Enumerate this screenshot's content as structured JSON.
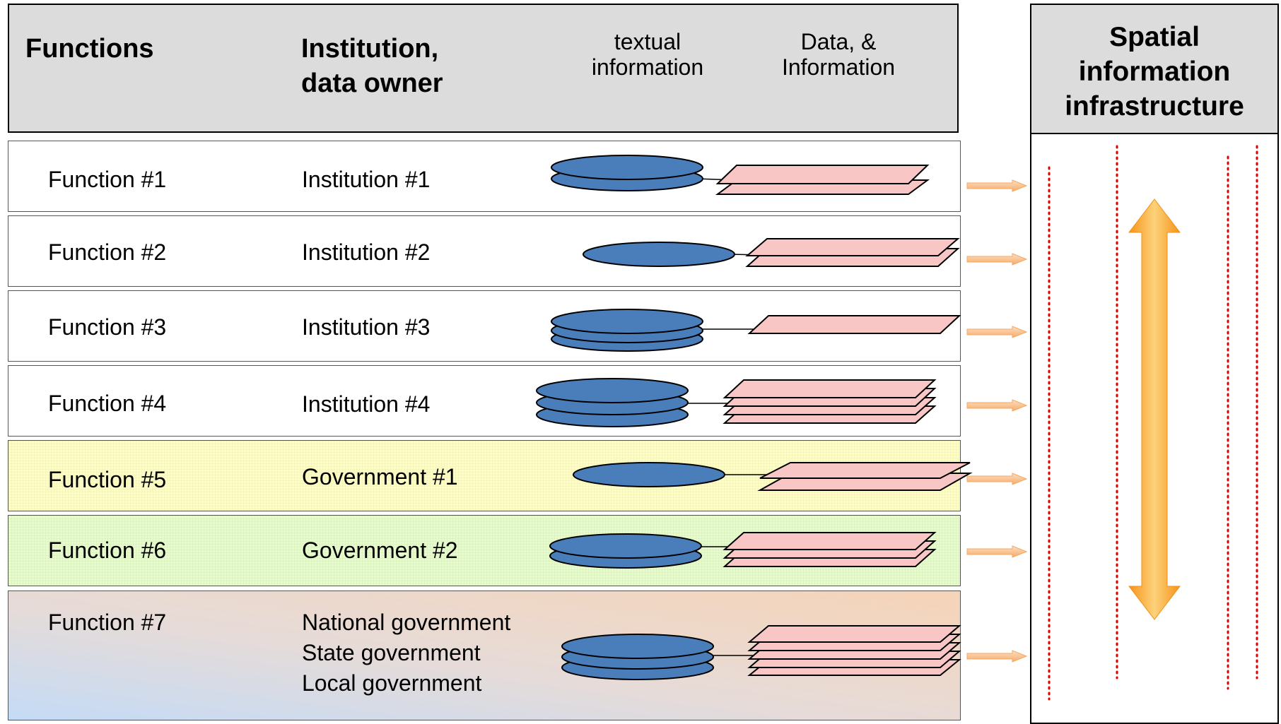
{
  "header": {
    "functions": "Functions",
    "institution_line1": "Institution,",
    "institution_line2": "data owner",
    "textual_line1": "textual",
    "textual_line2": "information",
    "data_line1": "Data, &",
    "data_line2": "Information"
  },
  "side": {
    "title_line1": "Spatial",
    "title_line2": "information",
    "title_line3": "infrastructure"
  },
  "rows": [
    {
      "function": "Function #1",
      "institution": "Institution #1",
      "textual_records": 2,
      "data_layers": 2
    },
    {
      "function": "Function #2",
      "institution": "Institution #2",
      "textual_records": 1,
      "data_layers": 2
    },
    {
      "function": "Function #3",
      "institution": "Institution #3",
      "textual_records": 3,
      "data_layers": 1
    },
    {
      "function": "Function #4",
      "institution": "Institution #4",
      "textual_records": 3,
      "data_layers": 4
    },
    {
      "function": "Function #5",
      "institution": "Government #1",
      "textual_records": 1,
      "data_layers": 2
    },
    {
      "function": "Function #6",
      "institution": "Government #2",
      "textual_records": 2,
      "data_layers": 3
    },
    {
      "function": "Function #7",
      "institution_lines": [
        "National government",
        "State government",
        "Local government"
      ],
      "textual_records": 3,
      "data_layers": 5
    }
  ],
  "colors": {
    "header_bg": "#dcdcdc",
    "disc_fill": "#4a7ebb",
    "layer_fill": "#f9c6c6",
    "arrow_light": "#fac89a",
    "arrow_orange": "#f79a1e",
    "dotted_line": "#e00000",
    "row5_bg": "#fdfdc4",
    "row6_bg": "#e8fbcc"
  }
}
